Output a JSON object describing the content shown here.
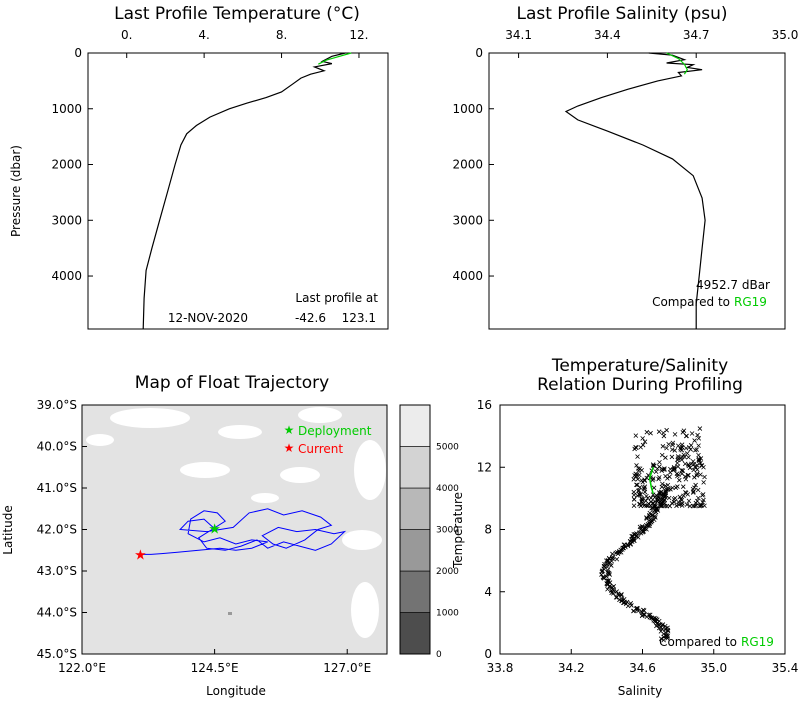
{
  "chart_data": [
    {
      "type": "line",
      "title": "Last Profile Temperature (°C)",
      "ylabel": "Pressure (dbar)",
      "xlim": [
        -2,
        13.5
      ],
      "ylim": [
        4950,
        0
      ],
      "x_ticks": [
        {
          "v": 0,
          "label": "0."
        },
        {
          "v": 4,
          "label": "4."
        },
        {
          "v": 8,
          "label": "8."
        },
        {
          "v": 12,
          "label": "12."
        }
      ],
      "y_ticks": [
        {
          "v": 0,
          "label": "0"
        },
        {
          "v": 1000,
          "label": "1000"
        },
        {
          "v": 2000,
          "label": "2000"
        },
        {
          "v": 3000,
          "label": "3000"
        },
        {
          "v": 4000,
          "label": "4000"
        }
      ],
      "annotation": [
        "Last profile at",
        "12-NOV-2020",
        "-42.6",
        "123.1"
      ],
      "series": [
        {
          "color": "#000000",
          "x": [
            11.3,
            10.6,
            10.1,
            10.6,
            9.7,
            10.2,
            9.5,
            9.0,
            8.6,
            8.0,
            7.2,
            6.2,
            5.3,
            4.3,
            3.6,
            3.1,
            2.8,
            2.5,
            2.1,
            1.7,
            1.3,
            1.0,
            0.9,
            0.85
          ],
          "y": [
            0,
            60,
            150,
            190,
            250,
            320,
            380,
            450,
            550,
            700,
            800,
            900,
            1000,
            1150,
            1300,
            1450,
            1650,
            2000,
            2500,
            3000,
            3500,
            3900,
            4400,
            4950
          ]
        },
        {
          "color": "#00cc00",
          "x": [
            11.6,
            11.0,
            10.3,
            9.9
          ],
          "y": [
            0,
            60,
            130,
            200
          ]
        }
      ]
    },
    {
      "type": "line",
      "title": "Last Profile Salinity (psu)",
      "xlim": [
        34.0,
        35.0
      ],
      "ylim": [
        4950,
        0
      ],
      "x_ticks": [
        {
          "v": 34.1,
          "label": "34.1"
        },
        {
          "v": 34.4,
          "label": "34.4"
        },
        {
          "v": 34.7,
          "label": "34.7"
        },
        {
          "v": 35.0,
          "label": "35.0"
        }
      ],
      "y_ticks": [
        {
          "v": 0,
          "label": "0"
        },
        {
          "v": 1000,
          "label": "1000"
        },
        {
          "v": 2000,
          "label": "2000"
        },
        {
          "v": 3000,
          "label": "3000"
        },
        {
          "v": 4000,
          "label": "4000"
        }
      ],
      "annotation": [
        "4952.7 dBar",
        "Compared to",
        "RG19"
      ],
      "series": [
        {
          "color": "#000000",
          "x": [
            34.54,
            34.62,
            34.66,
            34.6,
            34.69,
            34.67,
            34.72,
            34.64,
            34.65,
            34.57,
            34.47,
            34.38,
            34.3,
            34.26,
            34.3,
            34.4,
            34.52,
            34.62,
            34.69,
            34.72,
            34.73,
            34.72,
            34.71,
            34.7,
            34.7
          ],
          "y": [
            0,
            40,
            120,
            180,
            210,
            260,
            300,
            350,
            410,
            500,
            650,
            800,
            950,
            1050,
            1200,
            1400,
            1650,
            1900,
            2200,
            2600,
            3000,
            3500,
            4000,
            4500,
            4950
          ]
        },
        {
          "color": "#00cc00",
          "x": [
            34.6,
            34.64,
            34.66,
            34.67,
            34.66
          ],
          "y": [
            0,
            100,
            200,
            300,
            380
          ]
        }
      ]
    },
    {
      "type": "map",
      "title": "Map of Float Trajectory",
      "xlabel": "Longitude",
      "ylabel": "Latitude",
      "lon_range": [
        122.0,
        127.75
      ],
      "lat_range": [
        -45.0,
        -39.0
      ],
      "x_ticks": [
        {
          "v": 122.0,
          "label": "122.0°E"
        },
        {
          "v": 124.5,
          "label": "124.5°E"
        },
        {
          "v": 127.0,
          "label": "127.0°E"
        }
      ],
      "y_ticks": [
        {
          "v": -39,
          "label": "39.0°S"
        },
        {
          "v": -40,
          "label": "40.0°S"
        },
        {
          "v": -41,
          "label": "41.0°S"
        },
        {
          "v": -42,
          "label": "42.0°S"
        },
        {
          "v": -43,
          "label": "43.0°S"
        },
        {
          "v": -44,
          "label": "44.0°S"
        },
        {
          "v": -45,
          "label": "45.0°S"
        }
      ],
      "legend": [
        {
          "label": "Deployment",
          "color": "#00cc00"
        },
        {
          "label": "Current",
          "color": "#ff0000"
        }
      ],
      "depth_scale": {
        "ticks": [
          "0",
          "1000",
          "2000",
          "3000",
          "4000",
          "5000"
        ],
        "colors": [
          "#4d4d4d",
          "#737373",
          "#999999",
          "#b8b8b8",
          "#d3d3d3",
          "#ececec"
        ]
      },
      "deployment": {
        "lon": 124.5,
        "lat": -41.98
      },
      "current": {
        "lon": 123.1,
        "lat": -42.6
      },
      "track": {
        "color": "#0000ff",
        "lon": [
          124.5,
          124.3,
          124.0,
          123.85,
          124.35,
          124.85,
          125.15,
          125.5,
          125.8,
          126.15,
          126.5,
          126.7,
          126.45,
          126.2,
          125.85,
          125.6,
          125.4,
          125.7,
          126.05,
          126.4,
          126.75,
          126.95,
          126.7,
          126.4,
          126.1,
          125.8,
          125.5,
          125.3,
          125.0,
          124.7,
          124.35,
          124.2,
          124.45,
          124.7,
          124.55,
          124.3,
          124.05,
          124.0,
          124.3,
          124.6,
          124.9,
          125.2,
          125.5,
          125.2,
          124.9,
          124.6,
          124.2,
          123.8,
          123.5,
          123.3,
          123.1
        ],
        "lat": [
          -41.98,
          -41.75,
          -41.8,
          -42.0,
          -42.05,
          -41.95,
          -41.6,
          -41.5,
          -41.65,
          -41.55,
          -41.7,
          -41.9,
          -42.0,
          -42.25,
          -42.45,
          -42.35,
          -42.15,
          -41.95,
          -42.05,
          -42.0,
          -42.1,
          -42.05,
          -42.35,
          -42.5,
          -42.4,
          -42.3,
          -42.45,
          -42.25,
          -42.4,
          -42.5,
          -42.45,
          -42.2,
          -42.0,
          -41.8,
          -41.6,
          -41.55,
          -41.75,
          -42.1,
          -42.3,
          -42.2,
          -42.35,
          -42.25,
          -42.3,
          -42.45,
          -42.5,
          -42.45,
          -42.5,
          -42.55,
          -42.58,
          -42.6,
          -42.6
        ]
      }
    },
    {
      "type": "scatter",
      "title": [
        "Temperature/Salinity",
        "Relation During Profiling"
      ],
      "xlabel": "Salinity",
      "ylabel": "Temperature",
      "xlim": [
        33.8,
        35.4
      ],
      "ylim": [
        0,
        16
      ],
      "x_ticks": [
        "33.8",
        "34.2",
        "34.6",
        "35.0",
        "35.4"
      ],
      "y_ticks": [
        "0",
        "4",
        "8",
        "12",
        "16"
      ],
      "annotation": [
        "Compared to",
        "RG19"
      ],
      "ts_curve": {
        "s": [
          34.73,
          34.72,
          34.68,
          34.62,
          34.55,
          34.47,
          34.41,
          34.39,
          34.4,
          34.44,
          34.5,
          34.55,
          34.6,
          34.63,
          34.66,
          34.68,
          34.7,
          34.72
        ],
        "t": [
          0.9,
          1.6,
          2.1,
          2.5,
          3.0,
          3.6,
          4.3,
          5.0,
          5.7,
          6.3,
          6.9,
          7.5,
          8.0,
          8.5,
          9.0,
          9.5,
          10.0,
          10.5
        ]
      },
      "cloud": {
        "s_range": [
          34.55,
          34.95
        ],
        "t_range": [
          9.5,
          14.5
        ]
      },
      "reference": {
        "color": "#00cc00",
        "s": [
          34.66,
          34.64,
          34.65,
          34.66
        ],
        "t": [
          12.0,
          11.3,
          10.7,
          10.3
        ]
      }
    }
  ]
}
